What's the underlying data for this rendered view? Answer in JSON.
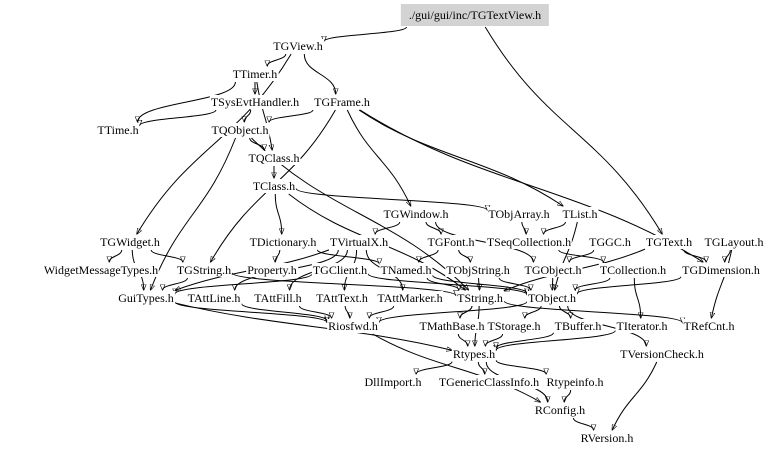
{
  "diagram": {
    "type": "include-dependency-graph",
    "root": "./gui/gui/inc/TGTextView.h",
    "node_fill_root": "#d3d3d3",
    "nodes": [
      {
        "id": "root",
        "label": "./gui/gui/inc/TGTextView.h"
      },
      {
        "id": "TGView",
        "label": "TGView.h"
      },
      {
        "id": "TTimer",
        "label": "TTimer.h"
      },
      {
        "id": "TSysEvtHandler",
        "label": "TSysEvtHandler.h"
      },
      {
        "id": "TGFrame",
        "label": "TGFrame.h"
      },
      {
        "id": "TTime",
        "label": "TTime.h"
      },
      {
        "id": "TQObject",
        "label": "TQObject.h"
      },
      {
        "id": "TQClass",
        "label": "TQClass.h"
      },
      {
        "id": "TClass",
        "label": "TClass.h"
      },
      {
        "id": "TGWindow",
        "label": "TGWindow.h"
      },
      {
        "id": "TObjArray",
        "label": "TObjArray.h"
      },
      {
        "id": "TList",
        "label": "TList.h"
      },
      {
        "id": "TGWidget",
        "label": "TGWidget.h"
      },
      {
        "id": "TDictionary",
        "label": "TDictionary.h"
      },
      {
        "id": "TVirtualX",
        "label": "TVirtualX.h"
      },
      {
        "id": "TGFont",
        "label": "TGFont.h"
      },
      {
        "id": "TSeqCollection",
        "label": "TSeqCollection.h"
      },
      {
        "id": "TGGC",
        "label": "TGGC.h"
      },
      {
        "id": "TGText",
        "label": "TGText.h"
      },
      {
        "id": "TGLayout",
        "label": "TGLayout.h"
      },
      {
        "id": "WidgetMessageTypes",
        "label": "WidgetMessageTypes.h"
      },
      {
        "id": "TGString",
        "label": "TGString.h"
      },
      {
        "id": "Property",
        "label": "Property.h"
      },
      {
        "id": "TGClient",
        "label": "TGClient.h"
      },
      {
        "id": "TNamed",
        "label": "TNamed.h"
      },
      {
        "id": "TObjString",
        "label": "TObjString.h"
      },
      {
        "id": "TGObject",
        "label": "TGObject.h"
      },
      {
        "id": "TCollection",
        "label": "TCollection.h"
      },
      {
        "id": "TGDimension",
        "label": "TGDimension.h"
      },
      {
        "id": "GuiTypes",
        "label": "GuiTypes.h"
      },
      {
        "id": "TAttLine",
        "label": "TAttLine.h"
      },
      {
        "id": "TAttFill",
        "label": "TAttFill.h"
      },
      {
        "id": "TAttText",
        "label": "TAttText.h"
      },
      {
        "id": "TAttMarker",
        "label": "TAttMarker.h"
      },
      {
        "id": "TString",
        "label": "TString.h"
      },
      {
        "id": "TObject",
        "label": "TObject.h"
      },
      {
        "id": "Riosfwd",
        "label": "Riosfwd.h"
      },
      {
        "id": "TMathBase",
        "label": "TMathBase.h"
      },
      {
        "id": "TStorage",
        "label": "TStorage.h"
      },
      {
        "id": "TBuffer",
        "label": "TBuffer.h"
      },
      {
        "id": "TIterator",
        "label": "TIterator.h"
      },
      {
        "id": "TRefCnt",
        "label": "TRefCnt.h"
      },
      {
        "id": "Rtypes",
        "label": "Rtypes.h"
      },
      {
        "id": "TVersionCheck",
        "label": "TVersionCheck.h"
      },
      {
        "id": "DllImport",
        "label": "DllImport.h"
      },
      {
        "id": "TGenericClassInfo",
        "label": "TGenericClassInfo.h"
      },
      {
        "id": "Rtypeinfo",
        "label": "Rtypeinfo.h"
      },
      {
        "id": "RConfig",
        "label": "RConfig.h"
      },
      {
        "id": "RVersion",
        "label": "RVersion.h"
      }
    ],
    "edges": [
      [
        "root",
        "TGView"
      ],
      [
        "root",
        "TGText"
      ],
      [
        "TGView",
        "TTimer"
      ],
      [
        "TGView",
        "TGFrame"
      ],
      [
        "TGView",
        "TGWidget"
      ],
      [
        "TTimer",
        "TSysEvtHandler"
      ],
      [
        "TTimer",
        "TTime"
      ],
      [
        "TTimer",
        "TQClass"
      ],
      [
        "TSysEvtHandler",
        "TQObject"
      ],
      [
        "TSysEvtHandler",
        "TTime"
      ],
      [
        "TGFrame",
        "TQObject"
      ],
      [
        "TGFrame",
        "TGWindow"
      ],
      [
        "TGFrame",
        "TGString"
      ],
      [
        "TGFrame",
        "TList"
      ],
      [
        "TGFrame",
        "TGDimension"
      ],
      [
        "TQObject",
        "TQClass"
      ],
      [
        "TQObject",
        "TString"
      ],
      [
        "TQObject",
        "GuiTypes"
      ],
      [
        "TQClass",
        "TClass"
      ],
      [
        "TClass",
        "TDictionary"
      ],
      [
        "TClass",
        "TObjArray"
      ],
      [
        "TClass",
        "TString"
      ],
      [
        "TGWindow",
        "TGFont"
      ],
      [
        "TGWindow",
        "TGObject"
      ],
      [
        "TGWindow",
        "TVirtualX"
      ],
      [
        "TObjArray",
        "TSeqCollection"
      ],
      [
        "TList",
        "TSeqCollection"
      ],
      [
        "TList",
        "TObject"
      ],
      [
        "TGWidget",
        "WidgetMessageTypes"
      ],
      [
        "TGWidget",
        "TGString"
      ],
      [
        "TGWidget",
        "GuiTypes"
      ],
      [
        "TDictionary",
        "Property"
      ],
      [
        "TDictionary",
        "TNamed"
      ],
      [
        "TVirtualX",
        "TAttLine"
      ],
      [
        "TVirtualX",
        "TAttFill"
      ],
      [
        "TVirtualX",
        "TAttText"
      ],
      [
        "TVirtualX",
        "TAttMarker"
      ],
      [
        "TVirtualX",
        "GuiTypes"
      ],
      [
        "TGFont",
        "TNamed"
      ],
      [
        "TGFont",
        "TObjString"
      ],
      [
        "TSeqCollection",
        "TCollection"
      ],
      [
        "TGGC",
        "TGObject"
      ],
      [
        "TGText",
        "TGDimension"
      ],
      [
        "TGText",
        "TString"
      ],
      [
        "TGLayout",
        "TGDimension"
      ],
      [
        "TGLayout",
        "TRefCnt"
      ],
      [
        "TGString",
        "GuiTypes"
      ],
      [
        "TGString",
        "TString"
      ],
      [
        "TGClient",
        "TObject"
      ],
      [
        "TGClient",
        "GuiTypes"
      ],
      [
        "TNamed",
        "TString"
      ],
      [
        "TNamed",
        "TObject"
      ],
      [
        "TObjString",
        "TObject"
      ],
      [
        "TObjString",
        "TString"
      ],
      [
        "TGObject",
        "TObject"
      ],
      [
        "TCollection",
        "TObject"
      ],
      [
        "TCollection",
        "TIterator"
      ],
      [
        "TGDimension",
        "TObject"
      ],
      [
        "GuiTypes",
        "Rtypes"
      ],
      [
        "GuiTypes",
        "Riosfwd"
      ],
      [
        "TAttLine",
        "Riosfwd"
      ],
      [
        "TAttFill",
        "Riosfwd"
      ],
      [
        "TAttText",
        "Riosfwd"
      ],
      [
        "TAttMarker",
        "Riosfwd"
      ],
      [
        "TString",
        "TMathBase"
      ],
      [
        "TString",
        "Rtypes"
      ],
      [
        "TString",
        "TRefCnt"
      ],
      [
        "TObject",
        "TStorage"
      ],
      [
        "TObject",
        "TBuffer"
      ],
      [
        "TObject",
        "TVersionCheck"
      ],
      [
        "TObject",
        "Riosfwd"
      ],
      [
        "TMathBase",
        "Rtypes"
      ],
      [
        "TStorage",
        "Rtypes"
      ],
      [
        "TBuffer",
        "Rtypes"
      ],
      [
        "TIterator",
        "Rtypes"
      ],
      [
        "Riosfwd",
        "RConfig"
      ],
      [
        "Rtypes",
        "DllImport"
      ],
      [
        "Rtypes",
        "TGenericClassInfo"
      ],
      [
        "Rtypes",
        "Rtypeinfo"
      ],
      [
        "Rtypes",
        "RConfig"
      ],
      [
        "Rtypeinfo",
        "RConfig"
      ],
      [
        "RConfig",
        "RVersion"
      ],
      [
        "TVersionCheck",
        "RVersion"
      ]
    ]
  }
}
